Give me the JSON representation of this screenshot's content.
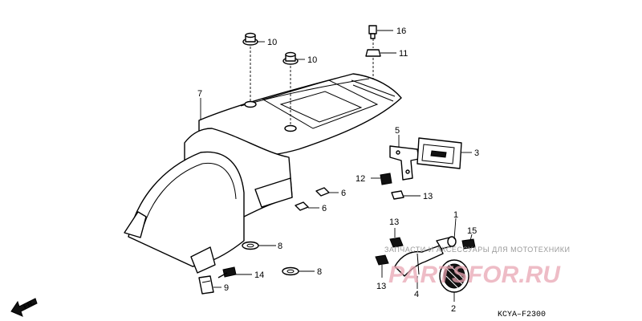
{
  "diagram_code": "KCYA–F2300",
  "watermark": {
    "caption": "ЗАПЧАСТИ И АКСЕССУАРЫ ДЛЯ МОТОТЕХНИКИ",
    "logo": "PARTSFOR.RU"
  },
  "direction_label": "FR.",
  "callouts": [
    {
      "id": "c10a",
      "label": "10"
    },
    {
      "id": "c10b",
      "label": "10"
    },
    {
      "id": "c16",
      "label": "16"
    },
    {
      "id": "c11",
      "label": "11"
    },
    {
      "id": "c7",
      "label": "7"
    },
    {
      "id": "c5",
      "label": "5"
    },
    {
      "id": "c3",
      "label": "3"
    },
    {
      "id": "c12",
      "label": "12"
    },
    {
      "id": "c13a",
      "label": "13"
    },
    {
      "id": "c6a",
      "label": "6"
    },
    {
      "id": "c6b",
      "label": "6"
    },
    {
      "id": "c13b",
      "label": "13"
    },
    {
      "id": "c1",
      "label": "1"
    },
    {
      "id": "c15",
      "label": "15"
    },
    {
      "id": "c8a",
      "label": "8"
    },
    {
      "id": "c8b",
      "label": "8"
    },
    {
      "id": "c14",
      "label": "14"
    },
    {
      "id": "c9",
      "label": "9"
    },
    {
      "id": "c13c",
      "label": "13"
    },
    {
      "id": "c4",
      "label": "4"
    },
    {
      "id": "c2",
      "label": "2"
    }
  ]
}
